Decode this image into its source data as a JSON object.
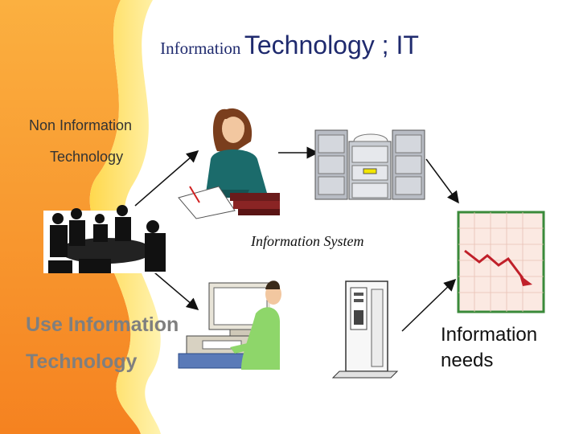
{
  "title": {
    "part1": "Information",
    "part2": "Technology ; IT"
  },
  "labels": {
    "non_it_line1": "Non Information",
    "non_it_line2": "Technology",
    "information_system": "Information System",
    "use_it_line1": "Use Information",
    "use_it_line2": "Technology",
    "needs_line1": "Information",
    "needs_line2": "needs"
  },
  "colors": {
    "title": "#1f2a6e",
    "orange_band": "#f7941d",
    "yellow_band": "#ffe066",
    "use_it_text": "#7f7f7f",
    "chart_border": "#3a8a3a",
    "chart_line": "#c0202a"
  },
  "icons": [
    "woman-writing-icon",
    "filing-cabinet-icon",
    "meeting-group-icon",
    "computer-user-icon",
    "server-tower-icon",
    "declining-chart-icon"
  ]
}
